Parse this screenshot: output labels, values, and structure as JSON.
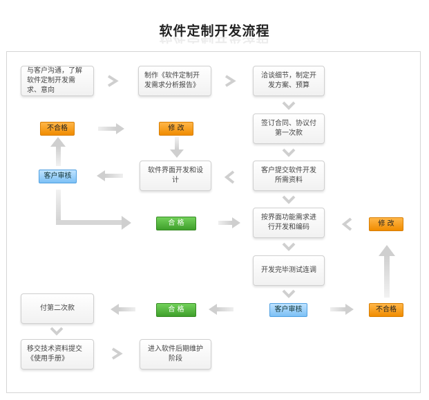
{
  "title": "软件定制开发流程",
  "boxes": {
    "communicate": "与客户沟通，了解软件定制开发需求、意向",
    "report": "制作《软件定制开发需求分析报告》",
    "negotiate": "洽谈细节，制定开发方案、预算",
    "contract": "签订合同、协议付第一次款",
    "submit": "客户提交软件开发所需资料",
    "ui_design": "软件界面开发和设计",
    "develop": "按界面功能需求进行开发和编码",
    "test": "开发完毕测试连调",
    "second_payment": "付第二次款",
    "handover": "移交技术资料提交《使用手册》",
    "maintenance": "进入软件后期维护阶段"
  },
  "tags": {
    "fail_top": "不合格",
    "modify_top": "修 改",
    "review_top": "客户审核",
    "pass_mid": "合 格",
    "modify_right": "修 改",
    "review_bottom": "客户审核",
    "fail_bottom": "不合格",
    "pass_bottom": "合 格"
  },
  "colors": {
    "orange": "#f39800",
    "blue": "#7cc0f5",
    "green": "#3f9f2b",
    "arrow": "#d9d9d9"
  }
}
